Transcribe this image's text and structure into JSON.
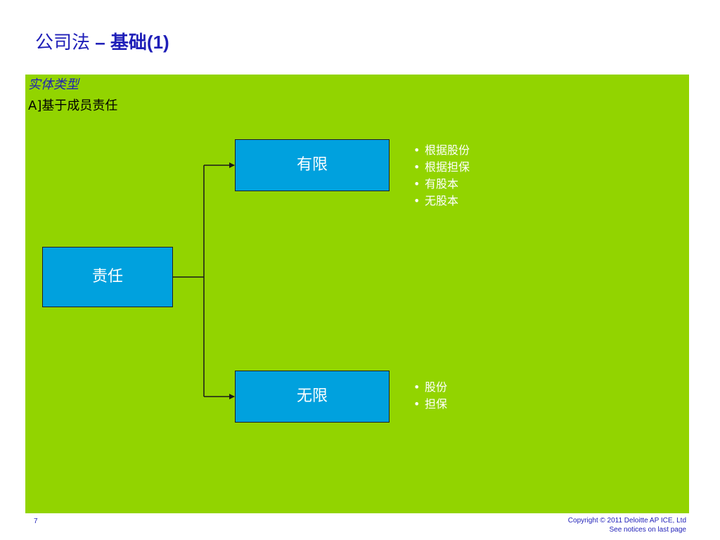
{
  "title": {
    "chinese": "公司法",
    "latin": " – 基础(1)"
  },
  "section": {
    "heading": "实体类型",
    "subheading": "A]基于成员责任"
  },
  "diagram": {
    "root_label": "责任",
    "limited": {
      "label": "有限",
      "items": [
        "根据股份",
        "根据担保",
        "有股本",
        "无股本"
      ]
    },
    "unlimited": {
      "label": "无限",
      "items": [
        "股份",
        "担保"
      ]
    }
  },
  "footer": {
    "page_number": "7",
    "copyright": "Copyright © 2011 Deloitte AP ICE, Ltd",
    "notice": "See notices on last page"
  },
  "colors": {
    "title_text": "#1f1fb8",
    "panel_background": "#92d400",
    "box_fill": "#00a1de",
    "box_text": "#ffffff"
  }
}
